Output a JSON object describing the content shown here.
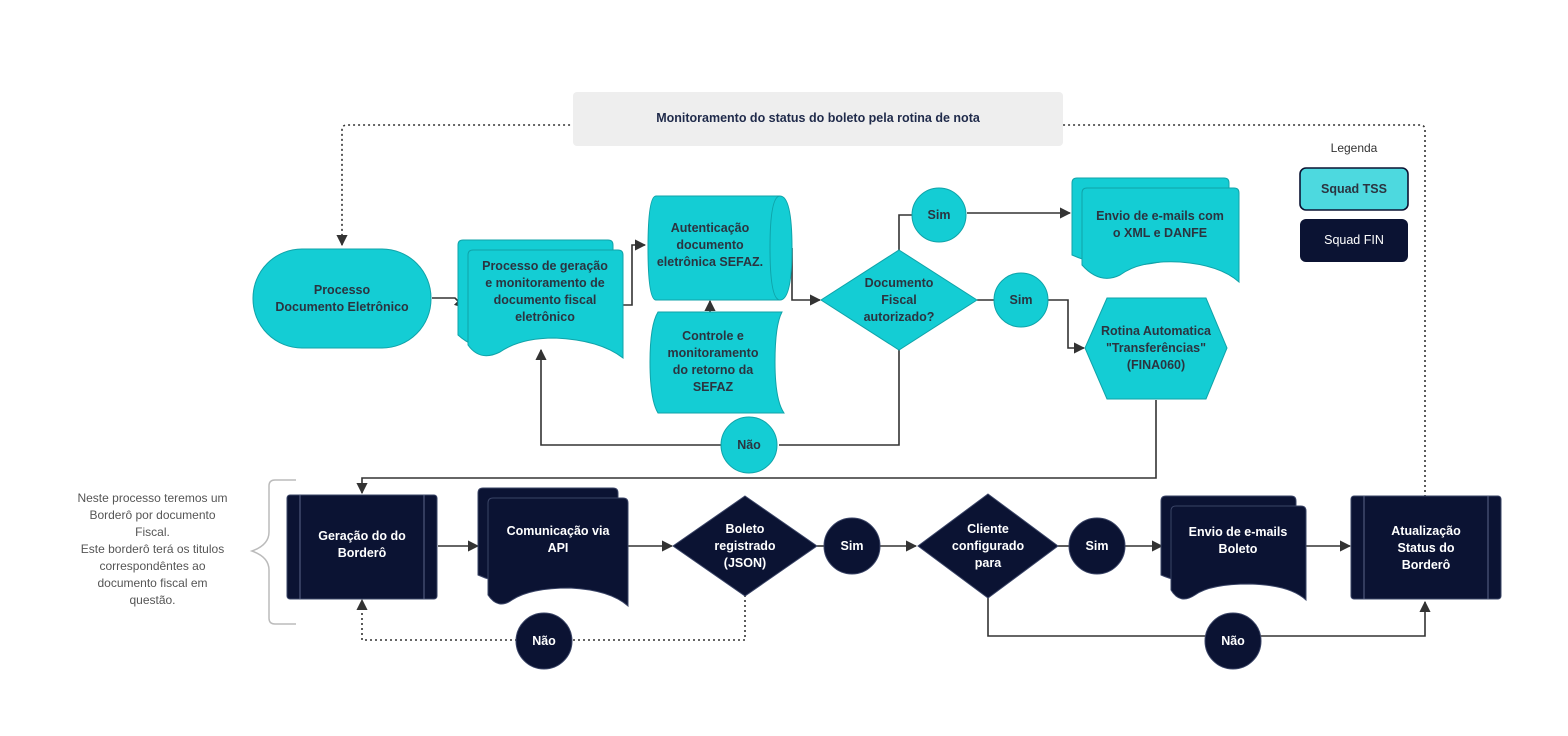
{
  "colors": {
    "tss": "#14cdd4",
    "fin": "#0b1333",
    "stroke": "#333333",
    "banner_bg": "#eeeeee"
  },
  "banner": {
    "text": "Monitoramento do status do boleto pela rotina de nota"
  },
  "legend": {
    "title": "Legenda",
    "tss": "Squad TSS",
    "fin": "Squad FIN"
  },
  "note": {
    "text": "Neste processo teremos um\nBorderô por documento\nFiscal.\nEste borderô terá os titulos\ncorrespondêntes ao\ndocumento fiscal em\nquestão."
  },
  "top": {
    "processo": "Processo\nDocumento Eletrônico",
    "geracao_doc": "Processo de geração\ne monitoramento de\ndocumento fiscal\neletrônico",
    "autenticacao": "Autenticação\ndocumento\neletrônica SEFAZ.",
    "controle": "Controle e\nmonitoramento\ndo retorno da\nSEFAZ",
    "decisao": "Documento\nFiscal\nautorizado?",
    "sim1": "Sim",
    "sim2": "Sim",
    "nao": "Não",
    "envio_xml": "Envio de e-mails com\no XML e DANFE",
    "rotina": "Rotina Automatica\n\"Transferências\"\n(FINA060)"
  },
  "bottom": {
    "geracao_bordero": "Geração do do\nBorderô",
    "comunicacao": "Comunicação via\nAPI",
    "boleto": "Boleto\nregistrado\n(JSON)",
    "sim1": "Sim",
    "cliente": "Cliente\nconfigurado\npara",
    "sim2": "Sim",
    "envio_boleto": "Envio de e-mails\nBoleto",
    "atualizacao": "Atualização\nStatus do\nBorderô",
    "nao1": "Não",
    "nao2": "Não"
  }
}
